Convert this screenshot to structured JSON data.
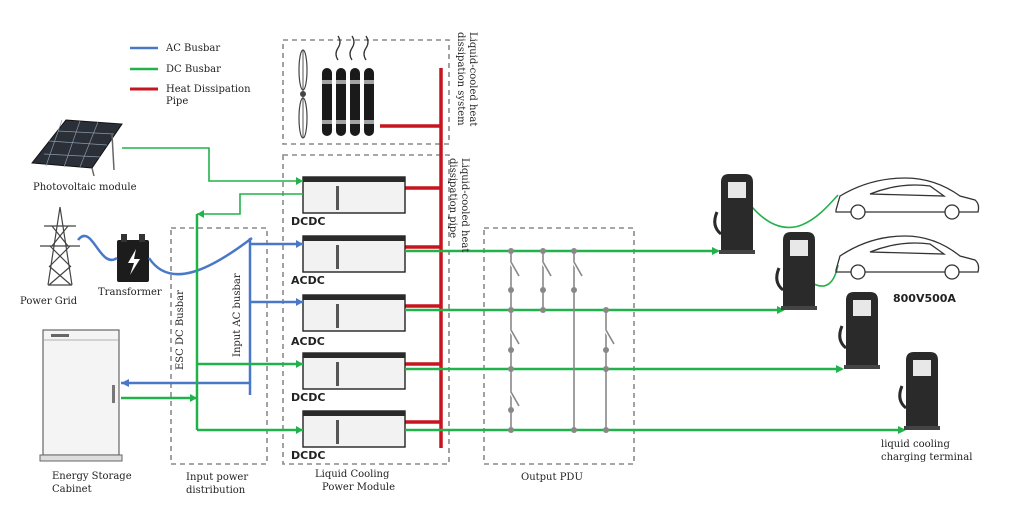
{
  "legend": {
    "ac": {
      "label": "AC Busbar",
      "color": "#4a78c8"
    },
    "dc": {
      "label": "DC Busbar",
      "color": "#22b24c"
    },
    "pipe": {
      "label_line1": "Heat Dissipation",
      "label_line2": "Pipe",
      "color": "#c8141e"
    }
  },
  "labels": {
    "photovoltaic": "Photovoltaic module",
    "power_grid": "Power Grid",
    "transformer": "Transformer",
    "storage_line1": "Energy Storage",
    "storage_line2": "Cabinet",
    "input_dist_line1": "Input power",
    "input_dist_line2": "distribution",
    "module_line1": "Liquid Cooling",
    "module_line2": "Power Module",
    "output_pdu": "Output PDU",
    "ess_dc_busbar": "ESC DC Busbar",
    "input_ac_busbar": "Input AC busbar",
    "heat_system_line1": "Liquid-cooled heat",
    "heat_system_line2": "dissipation system",
    "heat_pipe_line1": "Liquid-cooled heat",
    "heat_pipe_line2": "dissipation pipe",
    "rating": "800V500A",
    "terminal_line1": "liquid cooling",
    "terminal_line2": "charging terminal"
  },
  "modules": [
    "DCDC",
    "ACDC",
    "ACDC",
    "DCDC",
    "DCDC"
  ],
  "icons": [
    "solar-panel-icon",
    "power-tower-icon",
    "transformer-icon",
    "storage-cabinet-icon",
    "radiator-icon",
    "fan-icon",
    "charger-icon",
    "car-icon"
  ]
}
